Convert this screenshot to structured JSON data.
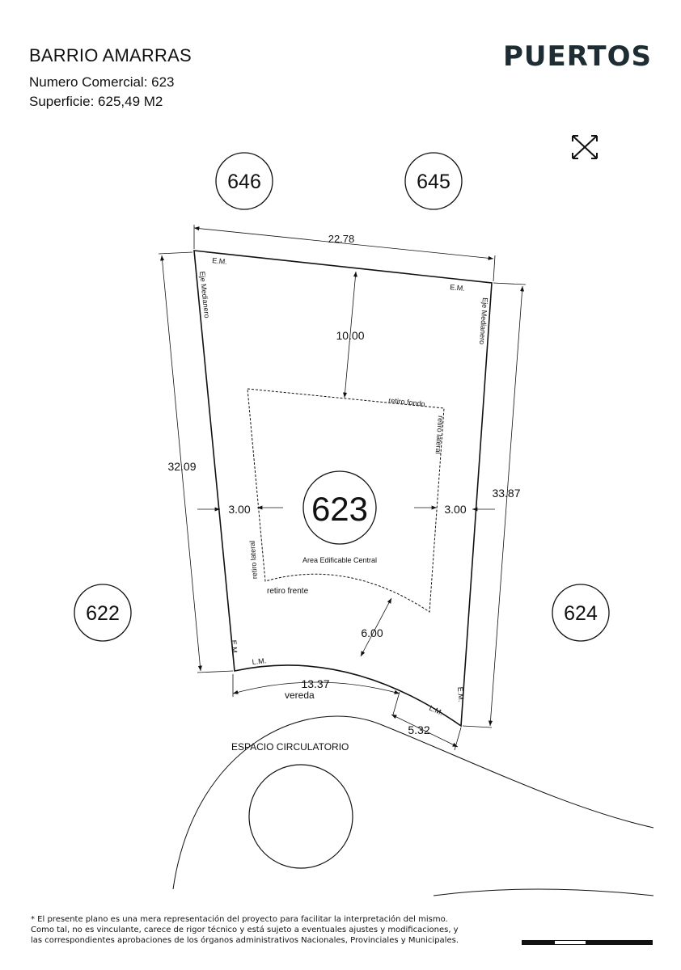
{
  "header": {
    "title": "BARRIO AMARRAS",
    "commercial_number": "Numero Comercial: 623",
    "surface": "Superficie: 625,49 M2",
    "brand": "PUERTOS"
  },
  "lots": {
    "main": "623",
    "neighbors": [
      "646",
      "645",
      "622",
      "624"
    ]
  },
  "dimensions": {
    "top": "22.78",
    "left": "32.09",
    "right": "33.87",
    "rear_setback": "10.00",
    "side_setback_left": "3.00",
    "side_setback_right": "3.00",
    "front_setback": "6.00",
    "front_arc": "13.37",
    "front_short": "5.32"
  },
  "labels": {
    "em": "E.M.",
    "eje_medianero": "Eje Medianero",
    "retiro_fondo": "retiro fondo",
    "retiro_lateral": "retiro lateral",
    "retiro_frente": "retiro frente",
    "area_edificable": "Area Edificable Central",
    "lm": "L.M.",
    "vereda": "vereda",
    "espacio_circulatorio": "ESPACIO CIRCULATORIO"
  },
  "disclaimer": [
    "* El presente plano es una mera representación del proyecto para facilitar la interpretación del mismo.",
    "Como tal, no es vinculante, carece de rigor técnico y está sujeto a eventuales ajustes y modificaciones, y",
    "las correspondientes aprobaciones de los órganos administrativos Nacionales, Provinciales y Municipales."
  ]
}
